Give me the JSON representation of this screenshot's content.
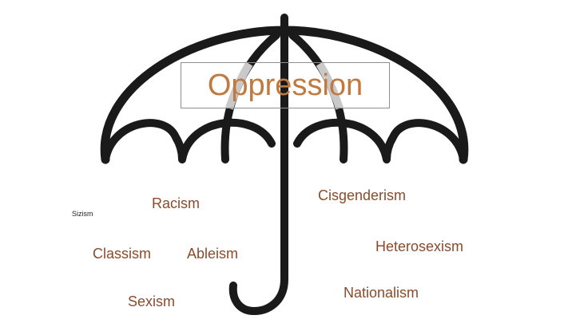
{
  "title": "Oppression",
  "colors": {
    "title_text": "#c0793f",
    "term_text": "#8b4b2b",
    "umbrella_stroke": "#1a1a1a",
    "umbrella_rib_overlay": "#c9c9c9",
    "title_box_border": "#8f8f8f"
  },
  "terms": {
    "sizism": "Sizism",
    "racism": "Racism",
    "classism": "Classism",
    "ableism": "Ableism",
    "sexism": "Sexism",
    "cisgenderism": "Cisgenderism",
    "heterosexism": "Heterosexism",
    "nationalism": "Nationalism"
  }
}
